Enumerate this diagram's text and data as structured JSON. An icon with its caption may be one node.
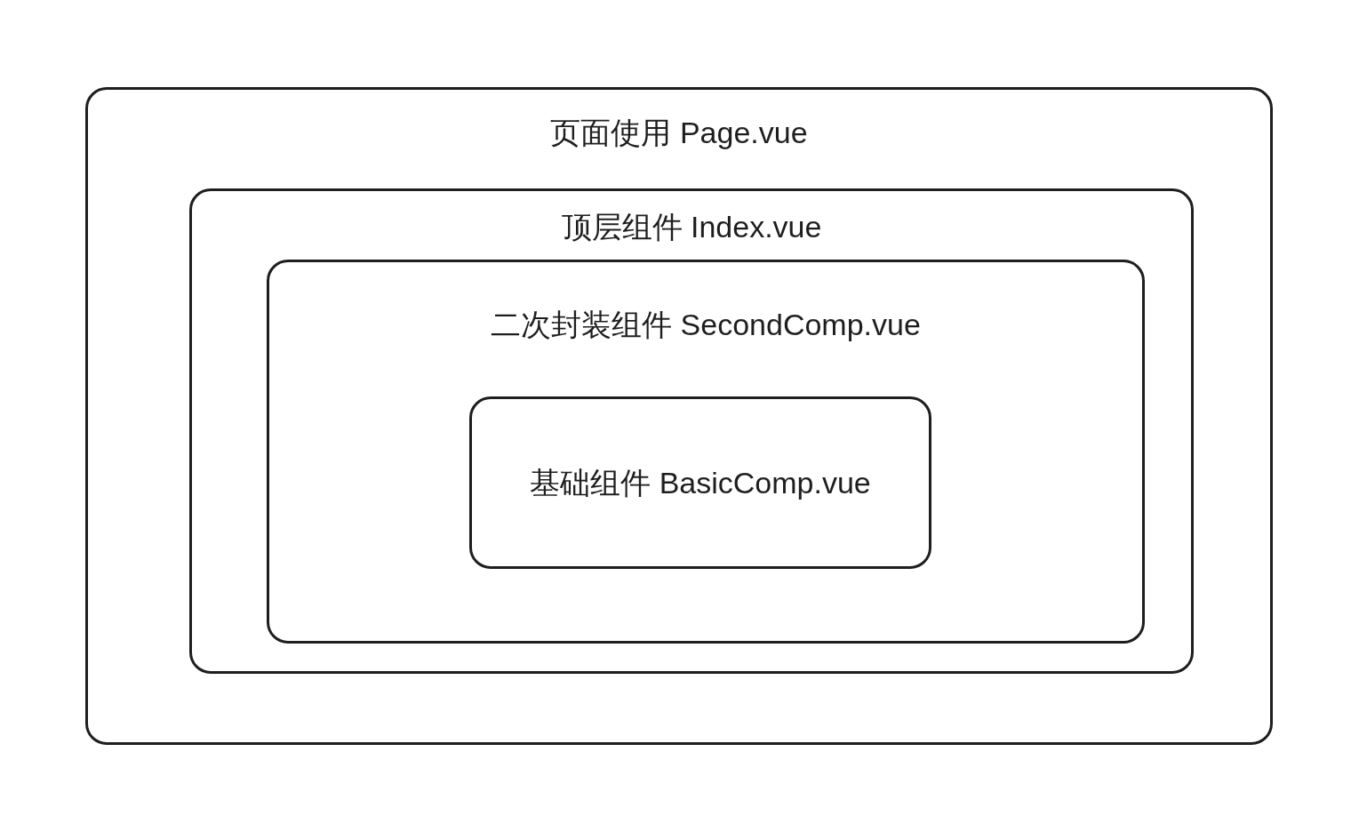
{
  "diagram": {
    "nodes": [
      {
        "text": [
          "页面使用 Page.vue"
        ]
      },
      {
        "text": [
          "顶层组件 Index.vue"
        ],
        "in": 0
      },
      {
        "text": [
          "二次封装组件 SecondComp.vue"
        ],
        "in": 1
      },
      {
        "text": [
          "基础组件 BasicComp.vue"
        ],
        "in": 2
      }
    ]
  }
}
